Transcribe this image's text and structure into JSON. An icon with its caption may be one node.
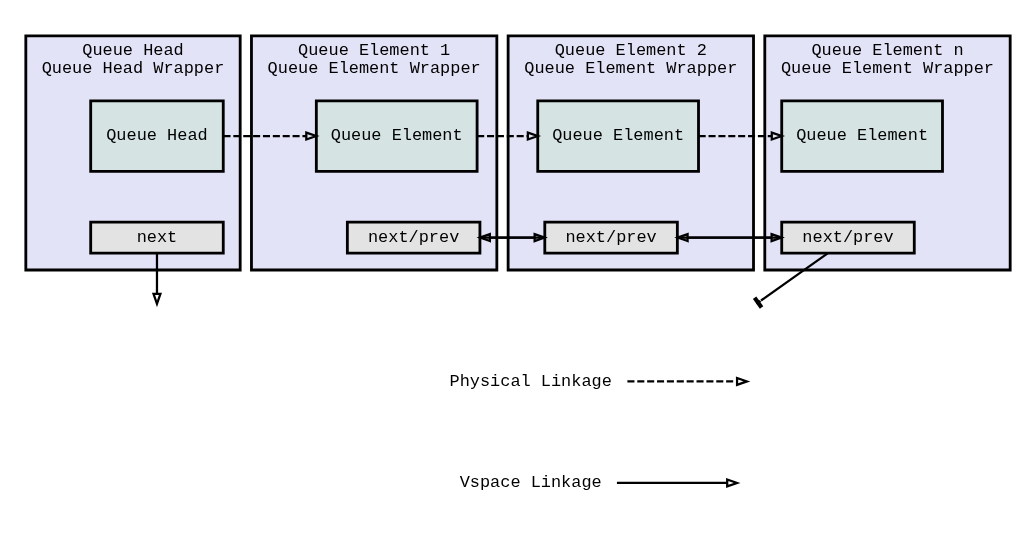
{
  "diagram": {
    "nodes": [
      {
        "text": [
          "Queue Head",
          "Queue Head Wrapper"
        ]
      },
      {
        "text": [
          "Queue Head"
        ],
        "in": 0
      },
      {
        "text": [
          "next"
        ],
        "in": 0
      },
      {
        "text": [
          "Queue Element 1",
          "Queue Element Wrapper"
        ]
      },
      {
        "text": [
          "Queue Element"
        ],
        "in": 3
      },
      {
        "text": [
          "next/prev"
        ],
        "in": 3
      },
      {
        "text": [
          "Queue Element 2",
          "Queue Element Wrapper"
        ]
      },
      {
        "text": [
          "Queue Element"
        ],
        "in": 6
      },
      {
        "text": [
          "next/prev"
        ],
        "in": 6
      },
      {
        "text": [
          "Queue Element n",
          "Queue Element Wrapper"
        ]
      },
      {
        "text": [
          "Queue Element"
        ],
        "in": 9
      },
      {
        "text": [
          "next/prev"
        ],
        "in": 9
      }
    ],
    "edges": [
      {
        "from": 1,
        "to": 4,
        "arrow": "to",
        "style": "dashed"
      },
      {
        "from": 4,
        "to": 7,
        "arrow": "to",
        "style": "dashed"
      },
      {
        "from": 7,
        "to": 10,
        "arrow": "to",
        "style": "dashed"
      },
      {
        "from": 8,
        "to": 5,
        "arrow": "to"
      },
      {
        "from": 5,
        "to": 8,
        "arrow": "to"
      },
      {
        "from": 11,
        "to": 8,
        "arrow": "to"
      },
      {
        "from": 8,
        "to": 11,
        "arrow": "to"
      },
      {
        "from": 2,
        "to": null,
        "arrow": "to"
      },
      {
        "from": 11,
        "to": null,
        "arrow": "other"
      }
    ],
    "legend": [
      {
        "text": "Physical Linkage"
      },
      {
        "text": "Vspace Linkage"
      }
    ]
  }
}
